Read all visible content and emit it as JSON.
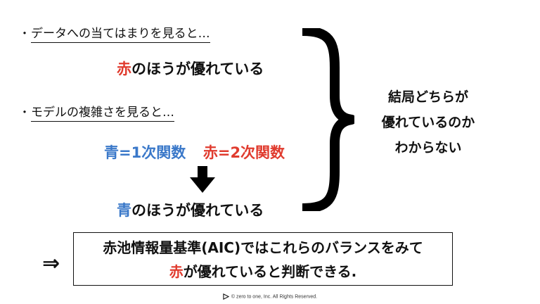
{
  "bullets": [
    {
      "dot": "・",
      "text": "データへの当てはまりを見ると…"
    },
    {
      "dot": "・",
      "text": "モデルの複雑さを見ると…"
    }
  ],
  "line1": {
    "red": "赤",
    "rest": "のほうが優れている"
  },
  "functions": {
    "blue": "青=1次関数",
    "red": "赤=2次関数"
  },
  "line2": {
    "blue": "青",
    "rest": "のほうが優れている"
  },
  "conclusion": [
    "結局どちらが",
    "優れているのか",
    "わからない"
  ],
  "implies": "⇒",
  "box": {
    "line1": "赤池情報量基準(AIC)ではこれらのバランスをみて",
    "line2_red": "赤",
    "line2_rest": "が優れていると判断できる."
  },
  "footer": "©  zero to one, Inc. All Rights Reserved.",
  "colors": {
    "red": "#e03b2e",
    "blue": "#3a78c9"
  }
}
